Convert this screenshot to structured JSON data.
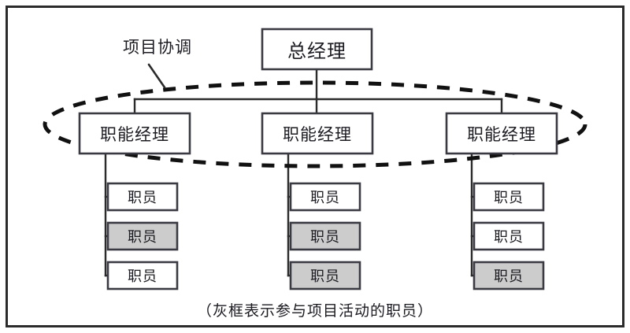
{
  "diagram": {
    "kind": "org-chart",
    "caption": "（灰框表示参与项目活动的职员）",
    "annotation": "项目协调",
    "colors": {
      "frame_border": "#2b2b2b",
      "box_border": "#3a3a42",
      "box_fill_plain": "#ffffff",
      "box_fill_highlight": "#cccccc",
      "connector": "#2b2b2b",
      "ellipse": "#111111",
      "text": "#1b1b22"
    },
    "executive": {
      "label": "总经理",
      "highlighted": false
    },
    "managers": [
      {
        "label": "职能经理",
        "highlighted": false,
        "staff": [
          {
            "label": "职员",
            "highlighted": false
          },
          {
            "label": "职员",
            "highlighted": true
          },
          {
            "label": "职员",
            "highlighted": false
          }
        ]
      },
      {
        "label": "职能经理",
        "highlighted": false,
        "staff": [
          {
            "label": "职员",
            "highlighted": false
          },
          {
            "label": "职员",
            "highlighted": true
          },
          {
            "label": "职员",
            "highlighted": true
          }
        ]
      },
      {
        "label": "职能经理",
        "highlighted": false,
        "staff": [
          {
            "label": "职员",
            "highlighted": false
          },
          {
            "label": "职员",
            "highlighted": false
          },
          {
            "label": "职员",
            "highlighted": true
          }
        ]
      }
    ]
  }
}
